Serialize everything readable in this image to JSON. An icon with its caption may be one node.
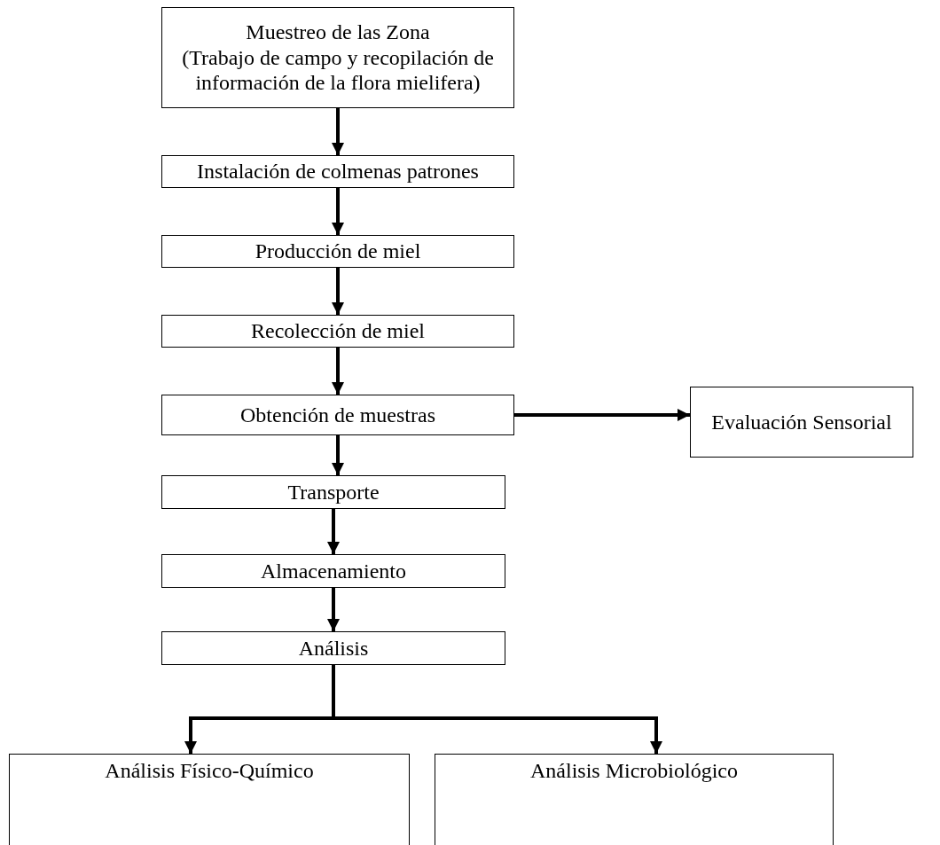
{
  "diagram": {
    "nodes": [
      {
        "text": [
          "Muestreo de las Zona",
          "(Trabajo de campo y recopilación de información de la flora mielifera)"
        ]
      },
      {
        "text": [
          "Instalación de colmenas patrones"
        ]
      },
      {
        "text": [
          "Producción de miel"
        ]
      },
      {
        "text": [
          "Recolección de miel"
        ]
      },
      {
        "text": [
          "Obtención de muestras"
        ]
      },
      {
        "text": [
          "Evaluación Sensorial"
        ]
      },
      {
        "text": [
          "Transporte"
        ]
      },
      {
        "text": [
          "Almacenamiento"
        ]
      },
      {
        "text": [
          "Análisis"
        ]
      },
      {
        "text": [
          "Análisis Físico-Químico"
        ]
      },
      {
        "text": [
          "Análisis Microbiológico"
        ]
      }
    ],
    "edges": [
      {
        "from": 0,
        "to": 1,
        "arrow": "to"
      },
      {
        "from": 1,
        "to": 2,
        "arrow": "to"
      },
      {
        "from": 2,
        "to": 3,
        "arrow": "to"
      },
      {
        "from": 3,
        "to": 4,
        "arrow": "to"
      },
      {
        "from": 4,
        "to": 5,
        "arrow": "to"
      },
      {
        "from": 4,
        "to": 6,
        "arrow": "to"
      },
      {
        "from": 6,
        "to": 7,
        "arrow": "to"
      },
      {
        "from": 7,
        "to": 8,
        "arrow": "to"
      },
      {
        "from": 8,
        "to": 9,
        "arrow": "to"
      },
      {
        "from": 8,
        "to": 10,
        "arrow": "to"
      }
    ]
  }
}
